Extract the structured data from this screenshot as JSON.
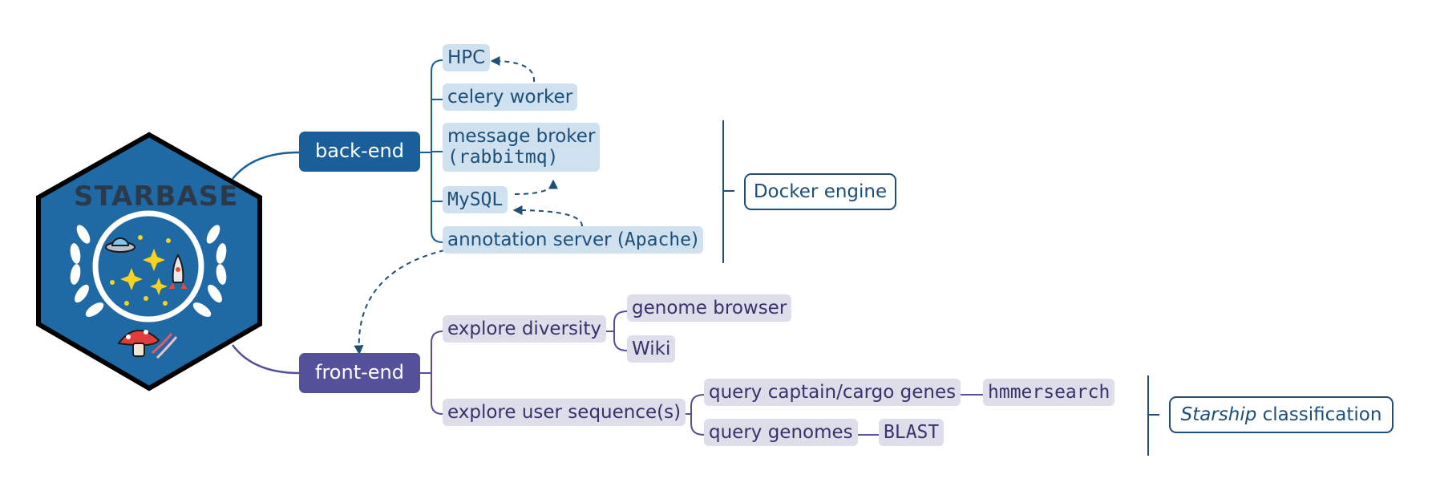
{
  "colors": {
    "backend_accent": "#1a5f99",
    "frontend_accent": "#55509a",
    "backend_node_bg": "#cfe0ee",
    "frontend_node_bg": "#deddea",
    "logo_hex_fill": "#1f6aa5"
  },
  "logo": {
    "text": "STARBASE",
    "icons": [
      "ufo-icon",
      "sparkle-stars-icon",
      "rocket-icon",
      "mushroom-icon",
      "dna-helix-icon",
      "laurel-wreath-icon"
    ]
  },
  "backend": {
    "label": "back-end",
    "items": {
      "hpc": "HPC",
      "celery": "celery worker",
      "broker_line1": "message broker",
      "broker_line2": "(rabbitmq)",
      "mysql": "MySQL",
      "annotation_prefix": "annotation server (",
      "annotation_mono": "Apache",
      "annotation_suffix": ")"
    },
    "group_label": "Docker engine"
  },
  "frontend": {
    "label": "front-end",
    "explore_diversity": {
      "label": "explore diversity",
      "children": [
        "genome browser",
        "Wiki"
      ]
    },
    "explore_user": {
      "label": "explore user sequence(s)",
      "query_captain": "query captain/cargo genes",
      "hmmersearch": "hmmersearch",
      "query_genomes": "query genomes",
      "blast": "BLAST"
    },
    "classification_italic": "Starship",
    "classification_rest": " classification"
  }
}
